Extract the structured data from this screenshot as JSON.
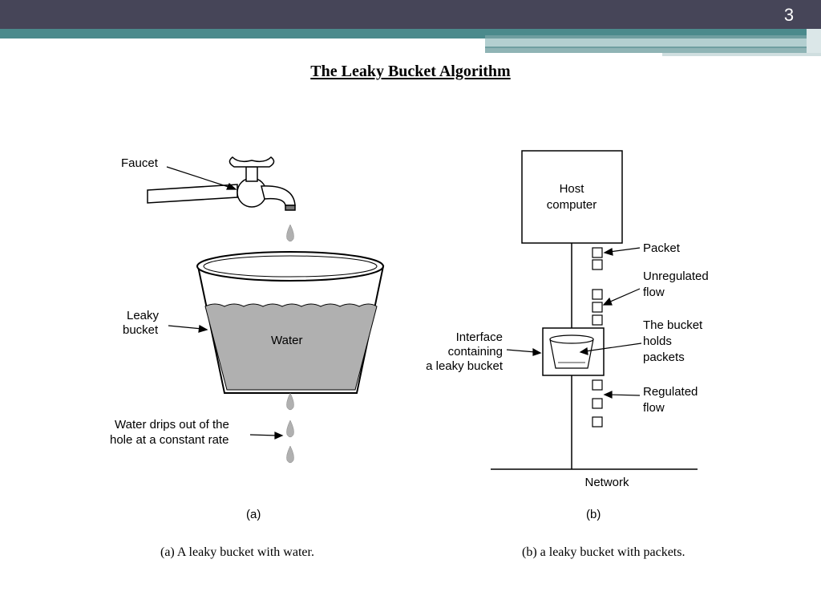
{
  "slide": {
    "number": "3",
    "title": "The Leaky Bucket Algorithm"
  },
  "panel_a": {
    "faucet_label": "Faucet",
    "leaky_bucket_label": [
      "Leaky",
      "bucket"
    ],
    "water_label": "Water",
    "drips_label": [
      "Water drips out of the",
      "hole at a constant rate"
    ],
    "sub_label": "(a)",
    "caption": "(a) A leaky bucket with water."
  },
  "panel_b": {
    "host_label": [
      "Host",
      "computer"
    ],
    "packet_label": "Packet",
    "unregulated_label": [
      "Unregulated",
      "flow"
    ],
    "bucket_holds_label": [
      "The bucket",
      "holds",
      "packets"
    ],
    "interface_label": [
      "Interface",
      "containing",
      "a leaky bucket"
    ],
    "regulated_label": [
      "Regulated",
      "flow"
    ],
    "network_label": "Network",
    "sub_label": "(b)",
    "caption": "(b) a leaky bucket with packets."
  },
  "colors": {
    "header_dark": "#464558",
    "header_teal": "#4b8a8c",
    "water_gray": "#b0b0b0"
  }
}
